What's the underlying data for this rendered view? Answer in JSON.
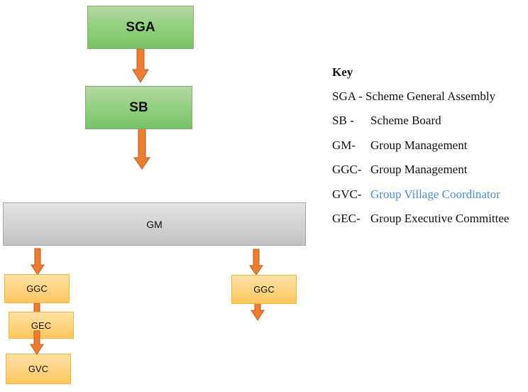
{
  "nodes": {
    "sga": "SGA",
    "sb": "SB",
    "gm": "GM",
    "ggc_left": "GGC",
    "gec": "GEC",
    "gvc": "GVC",
    "ggc_right": "GGC"
  },
  "key": {
    "title": "Key",
    "items": [
      {
        "abbr": "SGA -",
        "text": "Scheme General Assembly"
      },
      {
        "abbr": "SB -",
        "text": "Scheme Board"
      },
      {
        "abbr": "GM-",
        "text": "Group Management"
      },
      {
        "abbr": "GGC-",
        "text": "Group Management"
      },
      {
        "abbr": "GVC-",
        "text": "Group Village Coordinator"
      },
      {
        "abbr": "GEC-",
        "text": "Group Executive Committee"
      }
    ]
  },
  "colors": {
    "arrow_fill": "#ed7d31",
    "arrow_stroke": "#b85d1f",
    "link_text": "#4a90d0"
  }
}
